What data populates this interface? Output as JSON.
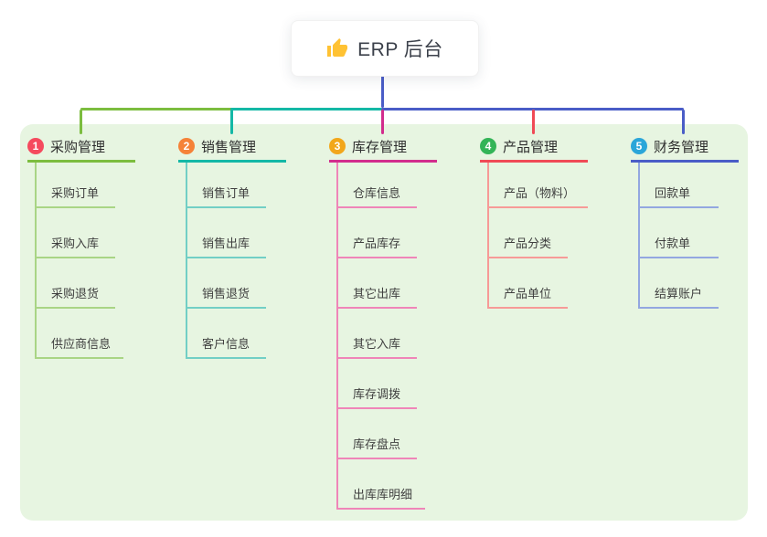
{
  "root": {
    "title": "ERP 后台",
    "icon": "thumbs-up-icon"
  },
  "colors": {
    "panel_bg": "#e7f5e1",
    "stem": "#4a5dc7",
    "bus_segments": [
      "#7cbd3f",
      "#14b8a6",
      "#4a5dc7"
    ]
  },
  "branches": [
    {
      "number": "1",
      "title": "采购管理",
      "badge_color": "#f54a5e",
      "line_color": "#7cbd3f",
      "child_line_color": "#a9d585",
      "children": [
        "采购订单",
        "采购入库",
        "采购退货",
        "供应商信息"
      ]
    },
    {
      "number": "2",
      "title": "销售管理",
      "badge_color": "#f58238",
      "line_color": "#14b8a6",
      "child_line_color": "#72cfc5",
      "children": [
        "销售订单",
        "销售出库",
        "销售退货",
        "客户信息"
      ]
    },
    {
      "number": "3",
      "title": "库存管理",
      "badge_color": "#f2a71b",
      "line_color": "#d22d8d",
      "child_line_color": "#ef85b8",
      "children": [
        "仓库信息",
        "产品库存",
        "其它出库",
        "其它入库",
        "库存调拨",
        "库存盘点",
        "出库库明细"
      ]
    },
    {
      "number": "4",
      "title": "产品管理",
      "badge_color": "#33b457",
      "line_color": "#f04a56",
      "child_line_color": "#f79a97",
      "children": [
        "产品（物料）",
        "产品分类",
        "产品单位"
      ]
    },
    {
      "number": "5",
      "title": "财务管理",
      "badge_color": "#2ba6d9",
      "line_color": "#4a5dc7",
      "child_line_color": "#93a7e0",
      "children": [
        "回款单",
        "付款单",
        "结算账户"
      ]
    }
  ]
}
